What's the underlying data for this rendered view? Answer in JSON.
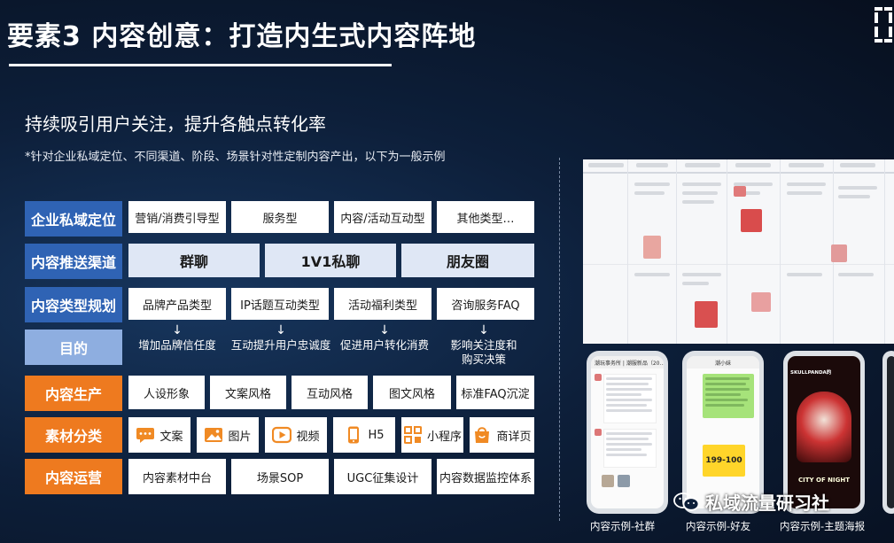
{
  "header": {
    "title": "要素3 内容创意：打造内生式内容阵地"
  },
  "intro": {
    "subtitle": "持续吸引用户关注，提升各触点转化率",
    "note": "*针对企业私域定位、不同渠道、阶段、场景针对性定制内容产出，以下为一般示例"
  },
  "rows": {
    "positioning": {
      "label": "企业私域定位",
      "items": [
        "营销/消费引导型",
        "服务型",
        "内容/活动互动型",
        "其他类型…"
      ]
    },
    "channels": {
      "label": "内容推送渠道",
      "items": [
        "群聊",
        "1V1私聊",
        "朋友圈"
      ]
    },
    "content_types": {
      "label": "内容类型规划",
      "items": [
        "品牌产品类型",
        "IP话题互动类型",
        "活动福利类型",
        "咨询服务FAQ"
      ]
    },
    "purpose": {
      "label": "目的",
      "items": [
        "增加品牌信任度",
        "互动提升用户忠诚度",
        "促进用户转化消费",
        "影响关注度和购买决策"
      ]
    },
    "production": {
      "label": "内容生产",
      "items": [
        "人设形象",
        "文案风格",
        "互动风格",
        "图文风格",
        "标准FAQ沉淀"
      ]
    },
    "materials": {
      "label": "素材分类",
      "items": [
        {
          "icon": "chat-icon",
          "label": "文案",
          "color": "#f08a24"
        },
        {
          "icon": "image-icon",
          "label": "图片",
          "color": "#f08a24"
        },
        {
          "icon": "video-icon",
          "label": "视频",
          "color": "#f08a24"
        },
        {
          "icon": "h5-phone-icon",
          "label": "H5",
          "color": "#f08a24"
        },
        {
          "icon": "mini-program-icon",
          "label": "小程序",
          "color": "#f08a24"
        },
        {
          "icon": "shopping-bag-icon",
          "label": "商详页",
          "color": "#f08a24"
        }
      ]
    },
    "operations": {
      "label": "内容运营",
      "items": [
        "内容素材中台",
        "场景SOP",
        "UGC征集设计",
        "内容数据监控体系"
      ]
    }
  },
  "examples": {
    "captions": [
      "内容示例-社群",
      "内容示例-好友",
      "内容示例-主题海报"
    ],
    "phone1": {
      "title": "潮玩事务所 | 潮服新品（20..."
    },
    "phone2": {
      "title": "潮小妹",
      "price": "199-100"
    },
    "phone3": {
      "headline": "SKULLPANDA的",
      "tagline": "CITY OF NIGHT"
    }
  },
  "watermark": {
    "text": "私域流量研习社"
  },
  "colors": {
    "label_blue": "#2f63b4",
    "label_light_blue": "#8eaee0",
    "label_orange": "#ee7a1f",
    "icon_orange": "#f08a24"
  }
}
